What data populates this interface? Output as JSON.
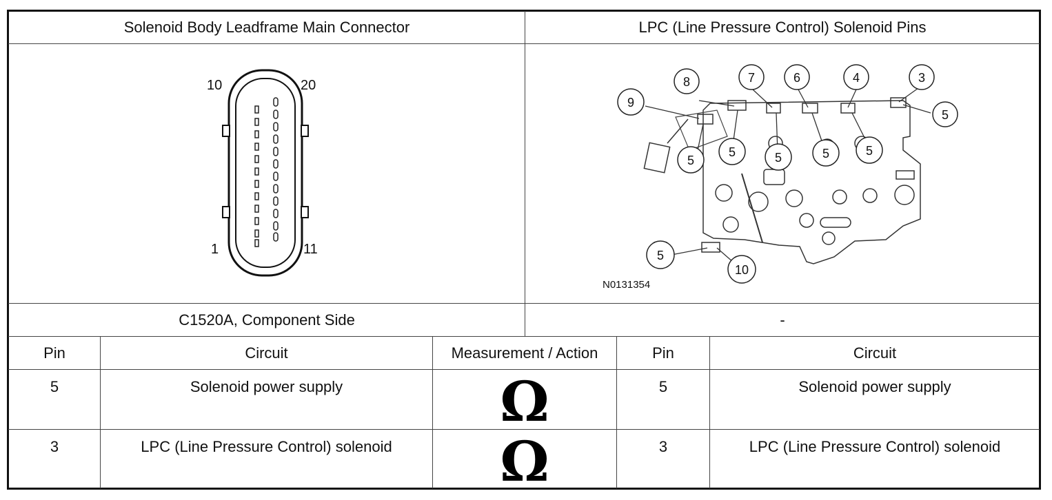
{
  "header": {
    "left_title": "Solenoid Body Leadframe Main Connector",
    "right_title": "LPC (Line Pressure Control) Solenoid Pins"
  },
  "connector_diagram": {
    "pin_labels": {
      "top_left": "10",
      "top_right": "20",
      "bottom_left": "1",
      "bottom_right": "11"
    }
  },
  "solenoid_diagram": {
    "callouts": [
      "8",
      "7",
      "6",
      "4",
      "3",
      "9",
      "5",
      "10"
    ],
    "figure_id": "N0131354"
  },
  "caption": {
    "left": "C1520A, Component Side",
    "right": "-"
  },
  "table": {
    "columns": [
      "Pin",
      "Circuit",
      "Measurement / Action",
      "Pin",
      "Circuit"
    ],
    "rows": [
      {
        "pin_a": "5",
        "circuit_a": "Solenoid power supply",
        "action": "Ω",
        "pin_b": "5",
        "circuit_b": "Solenoid power supply"
      },
      {
        "pin_a": "3",
        "circuit_a": "LPC (Line Pressure Control) solenoid",
        "action": "Ω",
        "pin_b": "3",
        "circuit_b": "LPC (Line Pressure Control) solenoid"
      }
    ]
  }
}
